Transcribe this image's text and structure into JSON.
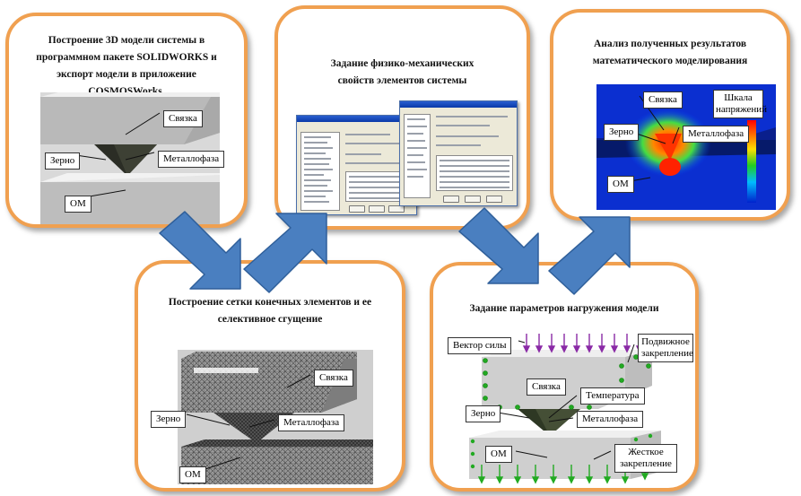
{
  "steps": {
    "model": {
      "title": "Построение 3D модели системы в программном пакете SOLIDWORKS и экспорт модели в приложение COSMOSWorks.",
      "labels": {
        "bond": "Связка",
        "grain": "Зерно",
        "metal_phase": "Металлофаза",
        "om": "ОМ"
      }
    },
    "properties": {
      "title": "Задание физико-механических свойств элементов системы"
    },
    "analysis": {
      "title": "Анализ полученных результатов математического моделирования",
      "labels": {
        "bond": "Связка",
        "grain": "Зерно",
        "metal_phase": "Металлофаза",
        "om": "ОМ",
        "stress_scale": "Шкала напряжений"
      }
    },
    "mesh": {
      "title": "Построение сетки конечных элементов и ее селективное сгущение",
      "labels": {
        "bond": "Связка",
        "grain": "Зерно",
        "metal_phase": "Металлофаза",
        "om": "ОМ"
      }
    },
    "loading": {
      "title": "Задание параметров нагружения модели",
      "labels": {
        "force_vector": "Вектор силы",
        "movable_fixture": "Подвижное закрепление",
        "bond": "Связка",
        "temperature": "Температура",
        "grain": "Зерно",
        "metal_phase": "Металлофаза",
        "om": "ОМ",
        "rigid_fixture": "Жесткое закрепление"
      }
    }
  },
  "colors": {
    "card_border": "#f0a050",
    "arrow_fill": "#4a7fc0",
    "arrow_stroke": "#2f5f9a"
  }
}
